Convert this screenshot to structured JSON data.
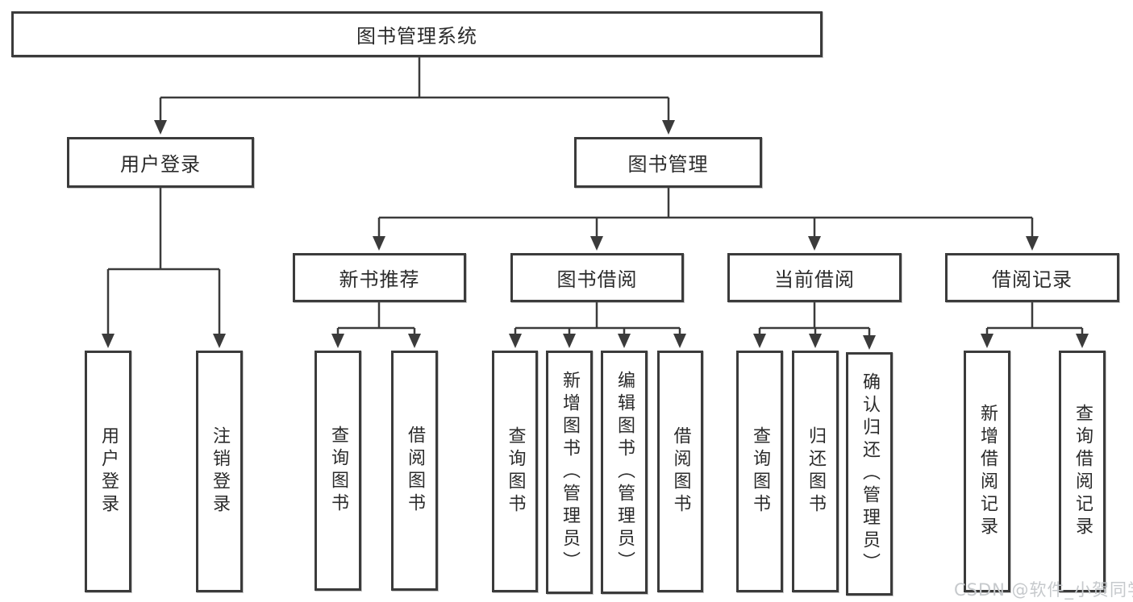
{
  "diagram": {
    "root": {
      "label": "图书管理系统"
    },
    "level2": {
      "user_login": {
        "label": "用户登录"
      },
      "book_manage": {
        "label": "图书管理"
      }
    },
    "level3": {
      "new_book_recommend": {
        "label": "新书推荐"
      },
      "book_borrow": {
        "label": "图书借阅"
      },
      "current_borrow": {
        "label": "当前借阅"
      },
      "borrow_records": {
        "label": "借阅记录"
      }
    },
    "leaves": {
      "user_login_children": [
        "用户登录",
        "注销登录"
      ],
      "new_book_children": [
        "查询图书",
        "借阅图书"
      ],
      "book_borrow_children": [
        "查询图书",
        "新增图书（管理员）",
        "编辑图书（管理员）",
        "借阅图书"
      ],
      "current_borrow_children": [
        "查询图书",
        "归还图书",
        "确认归还（管理员）"
      ],
      "borrow_records_children": [
        "新增借阅记录",
        "查询借阅记录"
      ]
    }
  },
  "watermark": "CSDN @软件_小贺同学",
  "colors": {
    "line": "#3b3b3b",
    "text": "#2b2b2b",
    "watermark": "#c6c9cc",
    "background": "#ffffff"
  }
}
